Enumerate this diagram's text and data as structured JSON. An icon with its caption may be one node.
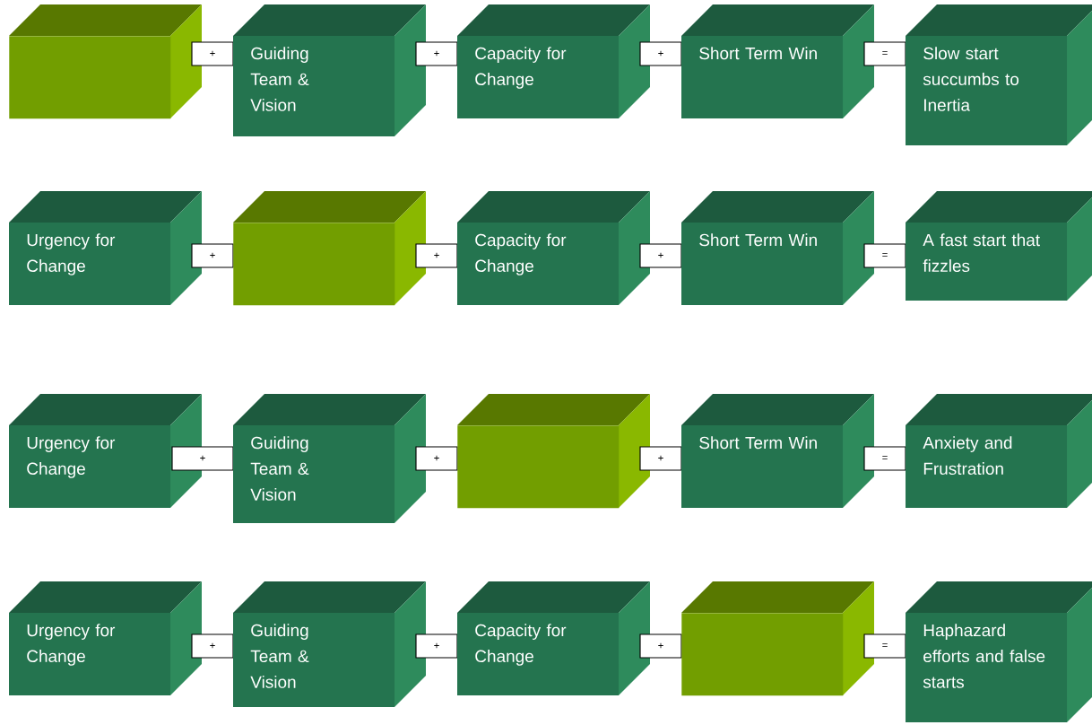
{
  "diagram": {
    "nodes": [
      {
        "text": [],
        "shape": "box"
      },
      {
        "text": [
          "+"
        ]
      },
      {
        "text": [
          "Guiding Team & Vision"
        ]
      },
      {
        "text": [
          "+"
        ]
      },
      {
        "text": [
          "Capacity for Change"
        ]
      },
      {
        "text": [
          "+"
        ]
      },
      {
        "text": [
          "Short Term Win"
        ]
      },
      {
        "text": [
          "="
        ]
      },
      {
        "text": [
          "Slow start succumbs to Inertia"
        ]
      },
      {
        "text": [
          "Urgency for Change"
        ]
      },
      {
        "text": [
          "+"
        ]
      },
      {
        "text": [],
        "shape": "box"
      },
      {
        "text": [
          "+"
        ]
      },
      {
        "text": [
          "Capacity for Change"
        ]
      },
      {
        "text": [
          "+"
        ]
      },
      {
        "text": [
          "Short Term Win"
        ]
      },
      {
        "text": [
          "="
        ]
      },
      {
        "text": [
          "A fast start that fizzles"
        ]
      },
      {
        "text": [
          "Urgency for Change"
        ]
      },
      {
        "text": [
          "+"
        ]
      },
      {
        "text": [
          "Guiding Team & Vision"
        ]
      },
      {
        "text": [
          "+"
        ]
      },
      {
        "text": [],
        "shape": "box"
      },
      {
        "text": [
          "+"
        ]
      },
      {
        "text": [
          "Short Term Win"
        ]
      },
      {
        "text": [
          "="
        ]
      },
      {
        "text": [
          "Anxiety and Frustration"
        ]
      },
      {
        "text": [
          "Urgency for Change"
        ]
      },
      {
        "text": [
          "+"
        ]
      },
      {
        "text": [
          "Guiding Team & Vision"
        ]
      },
      {
        "text": [
          "+"
        ]
      },
      {
        "text": [
          "Capacity for Change"
        ]
      },
      {
        "text": [
          "+"
        ]
      },
      {
        "text": [],
        "shape": "box"
      },
      {
        "text": [
          "="
        ]
      },
      {
        "text": [
          "Haphazard efforts and false starts"
        ]
      }
    ]
  }
}
